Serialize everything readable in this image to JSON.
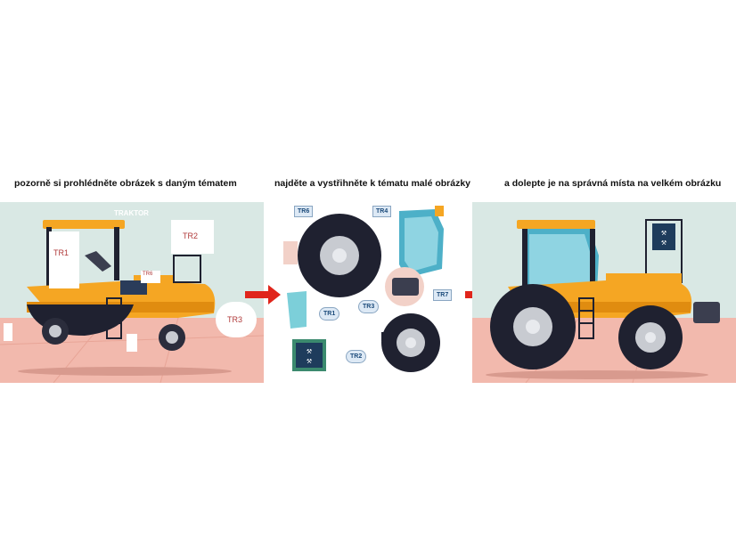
{
  "steps": [
    {
      "label": "pozorně si prohlédněte obrázek s daným tématem"
    },
    {
      "label": "najděte a vystřihněte k tématu malé obrázky"
    },
    {
      "label": "a dolepte je na správná místa na velkém obrázku"
    }
  ],
  "panel1": {
    "theme_title": "TRAKTOR",
    "blanks": [
      "TR1",
      "TR2",
      "TR3",
      "TR6"
    ]
  },
  "panel2": {
    "pieces": [
      "TR6",
      "TR4",
      "TR1",
      "TR3",
      "TR7",
      "TR2"
    ]
  },
  "colors": {
    "tractor_body": "#f5a623",
    "tractor_dark": "#1f2130",
    "wall": "#d9e8e4",
    "floor": "#f2b9ad",
    "arrow": "#e0251b",
    "tag_bg": "#dde9f5"
  }
}
